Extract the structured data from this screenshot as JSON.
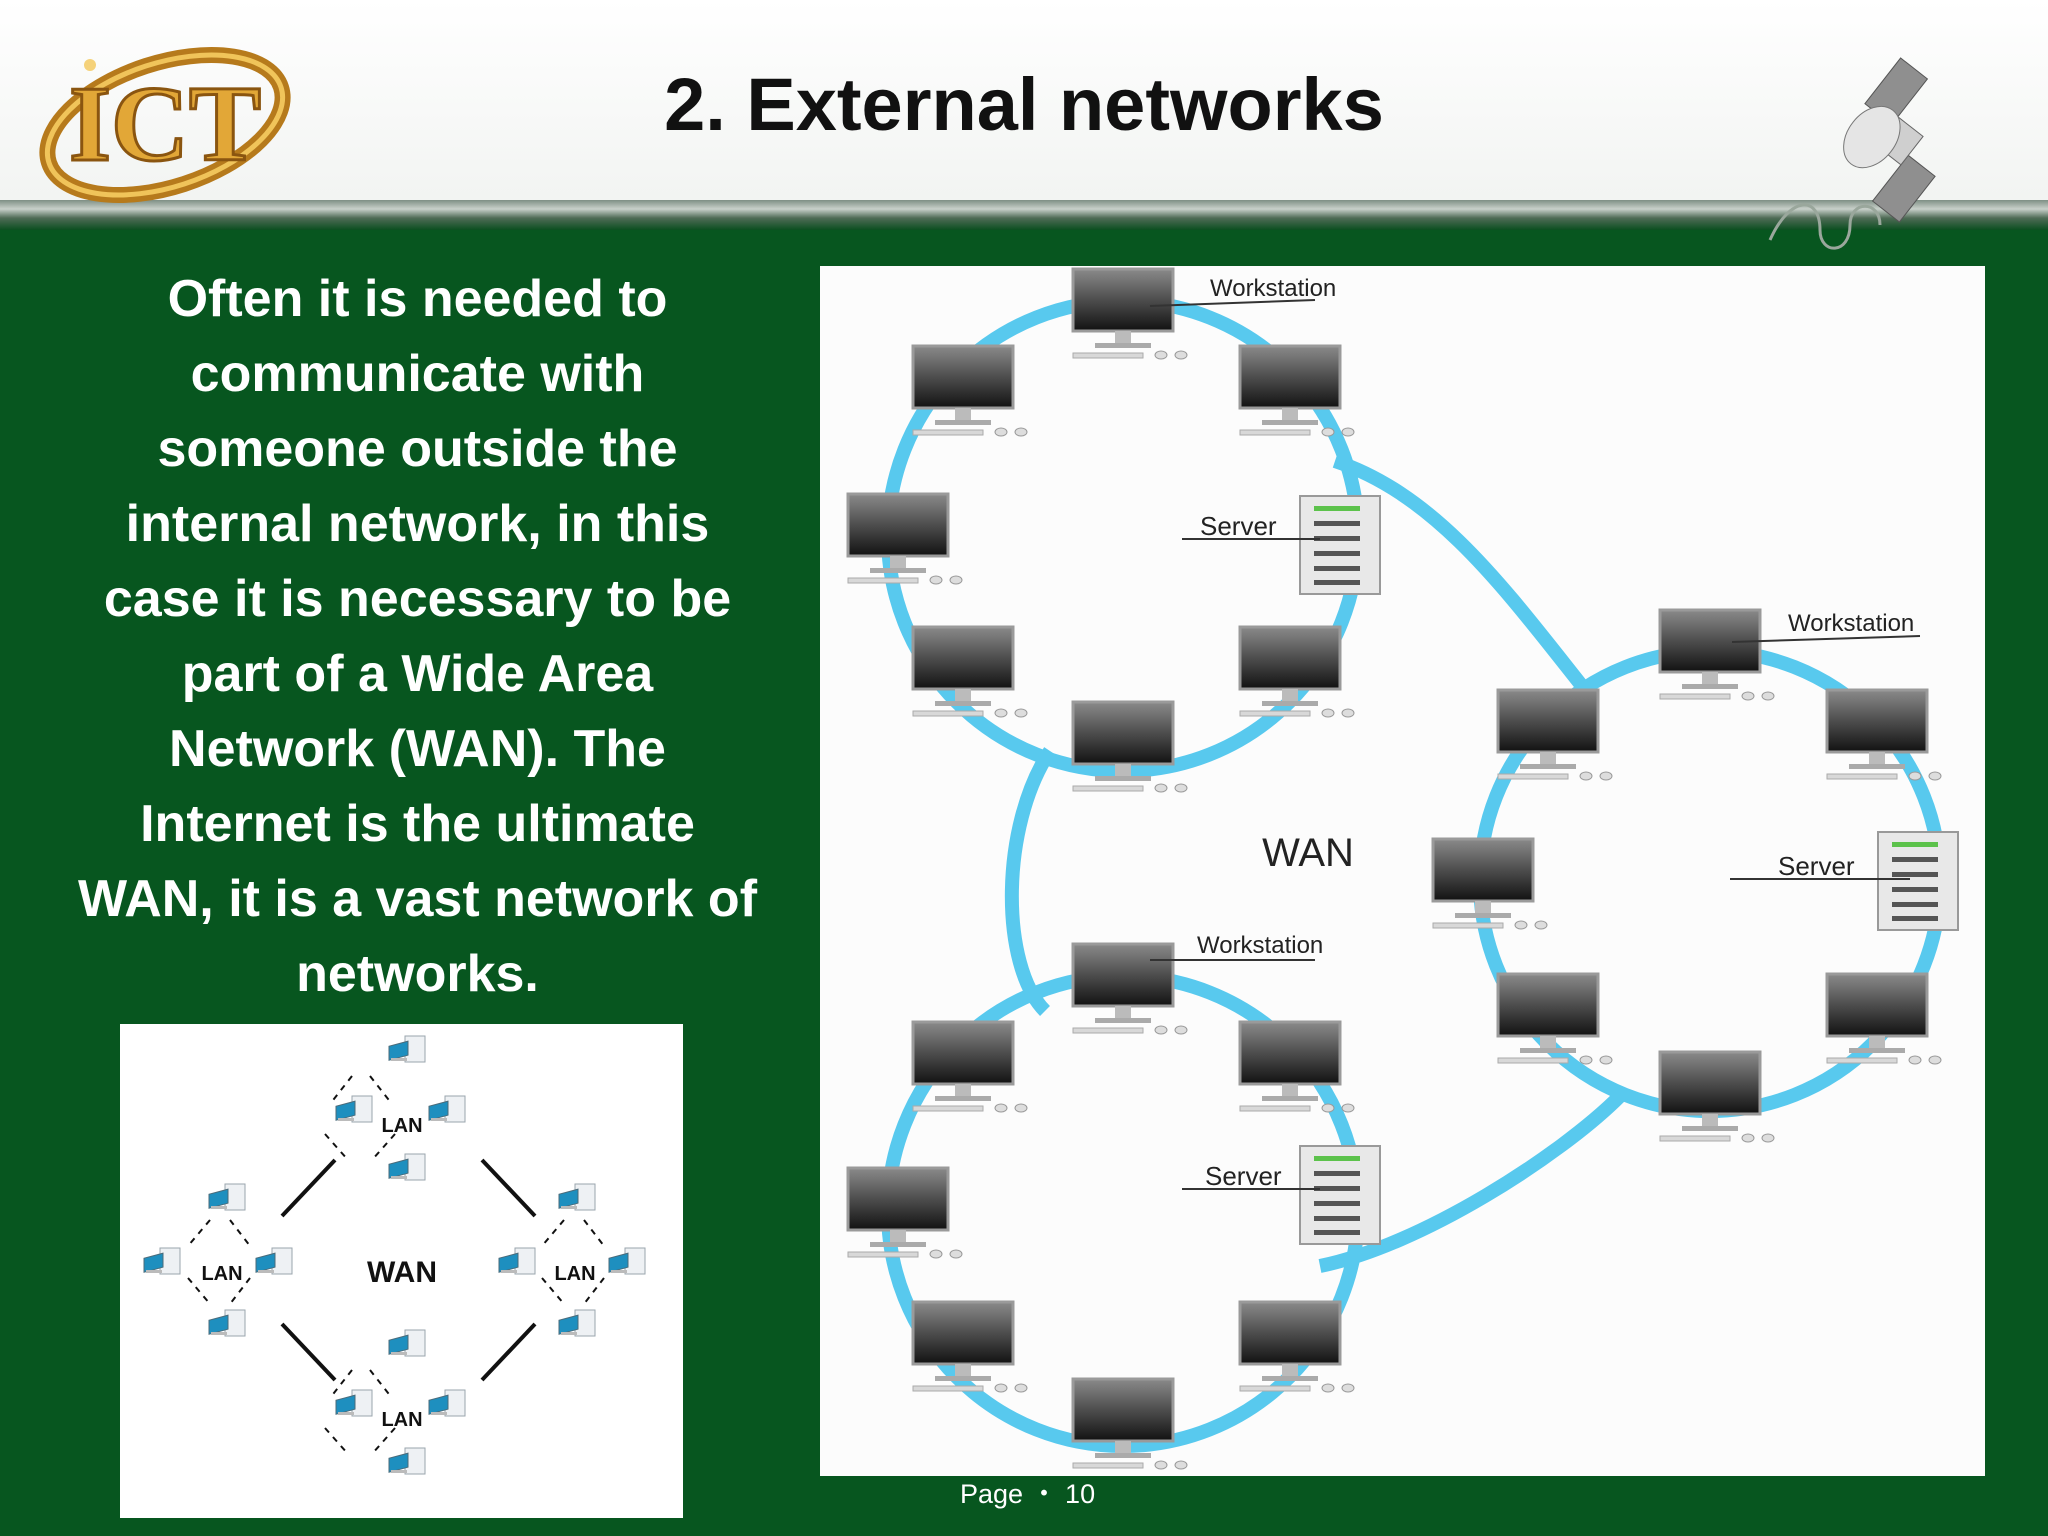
{
  "slide": {
    "title": "2. External networks",
    "logo_text": "ICT",
    "body_text": "Often it is needed  to communicate with someone outside the internal network, in this case it is necessary to be part of a Wide Area Network (WAN). The Internet is the ultimate WAN, it is a vast network of networks.",
    "footer": "Page ・ 10"
  },
  "small_diagram": {
    "center_label": "WAN",
    "lan_labels": [
      "LAN",
      "LAN",
      "LAN",
      "LAN"
    ]
  },
  "big_diagram": {
    "center_label": "WAN",
    "labels": {
      "workstation_1": "Workstation",
      "server_1": "Server",
      "workstation_2": "Workstation",
      "server_2": "Server",
      "workstation_3": "Workstation",
      "server_3": "Server"
    }
  },
  "colors": {
    "background": "#07561f",
    "ring": "#58c9ee",
    "logo_gold": "#d59a2b"
  }
}
